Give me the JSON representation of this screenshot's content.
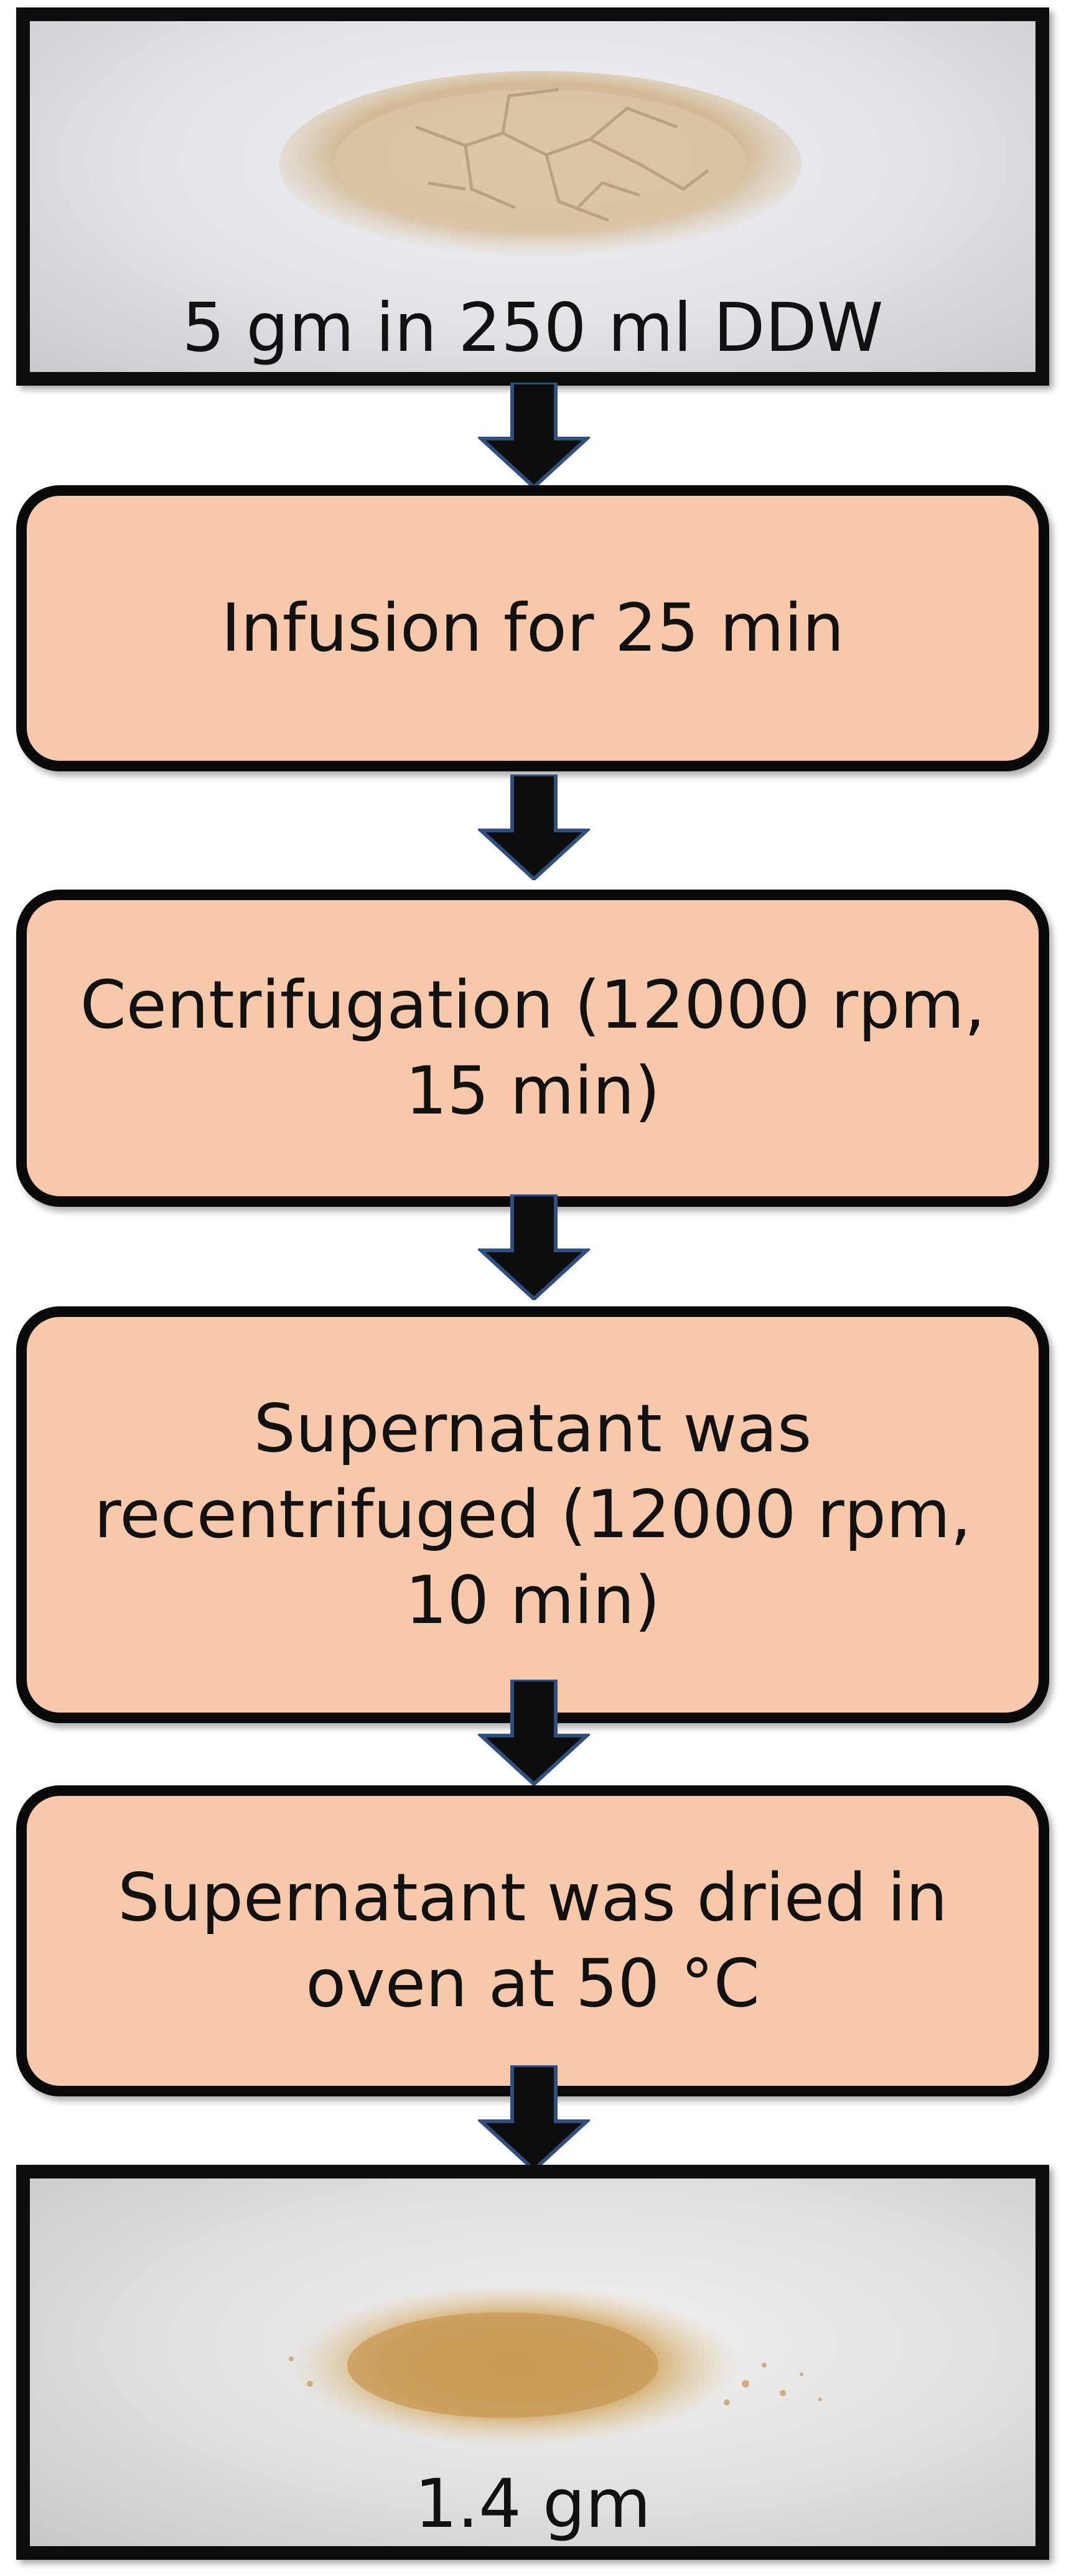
{
  "flow": {
    "start_caption": "5 gm in 250 ml DDW",
    "steps": [
      {
        "label": "Infusion for 25 min"
      },
      {
        "label": "Centrifugation (12000 rpm, 15 min)"
      },
      {
        "label": "Supernatant was recentrifuged (12000 rpm, 10 min)"
      },
      {
        "label": "Supernatant was dried in oven at 50 °C"
      }
    ],
    "end_caption": "1.4 gm"
  },
  "colors": {
    "step_fill": "#f8c8aa",
    "border": "#0a0a0a",
    "arrow_fill": "#0d0d0d",
    "arrow_outline": "#2f4f7f",
    "powder_raw": "#d8c2a0",
    "powder_dried": "#c9a05a"
  }
}
